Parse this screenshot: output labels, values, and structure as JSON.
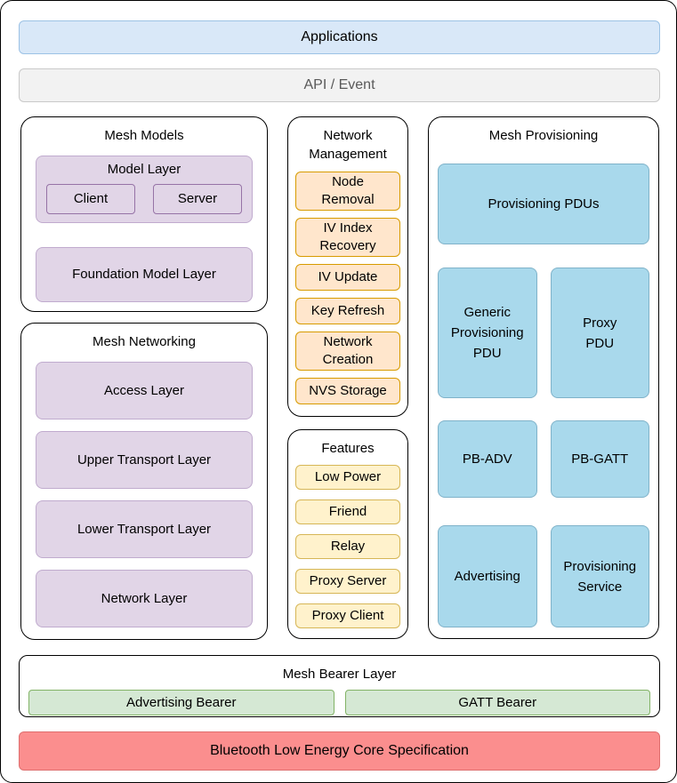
{
  "colors": {
    "applications_fill": "#d9e8f8",
    "api_event_fill": "#f2f2f2",
    "purple_fill": "#e1d5e7",
    "orange_fill": "#ffe6cc",
    "yellow_fill": "#fff2cc",
    "blue_fill": "#a9d9ec",
    "green_fill": "#d5e8d4",
    "red_fill": "#fb8e8e"
  },
  "top": {
    "applications": "Applications",
    "api_event": "API / Event"
  },
  "mesh_models": {
    "title": "Mesh Models",
    "model_layer": {
      "title": "Model Layer",
      "client": "Client",
      "server": "Server"
    },
    "foundation_model_layer": "Foundation Model Layer"
  },
  "mesh_networking": {
    "title": "Mesh Networking",
    "layers": [
      "Access Layer",
      "Upper Transport Layer",
      "Lower Transport Layer",
      "Network Layer"
    ]
  },
  "network_management": {
    "title": "Network\nManagement",
    "items": [
      "Node\nRemoval",
      "IV Index\nRecovery",
      "IV Update",
      "Key Refresh",
      "Network\nCreation",
      "NVS Storage"
    ]
  },
  "features": {
    "title": "Features",
    "items": [
      "Low Power",
      "Friend",
      "Relay",
      "Proxy Server",
      "Proxy Client"
    ]
  },
  "mesh_provisioning": {
    "title": "Mesh Provisioning",
    "provisioning_pdus": "Provisioning PDUs",
    "cells": [
      "Generic\nProvisioning\nPDU",
      "Proxy\nPDU",
      "PB-ADV",
      "PB-GATT",
      "Advertising",
      "Provisioning\nService"
    ]
  },
  "mesh_bearer": {
    "title": "Mesh Bearer Layer",
    "advertising_bearer": "Advertising Bearer",
    "gatt_bearer": "GATT Bearer"
  },
  "bottom": {
    "ble_core": "Bluetooth Low Energy Core Specification"
  }
}
